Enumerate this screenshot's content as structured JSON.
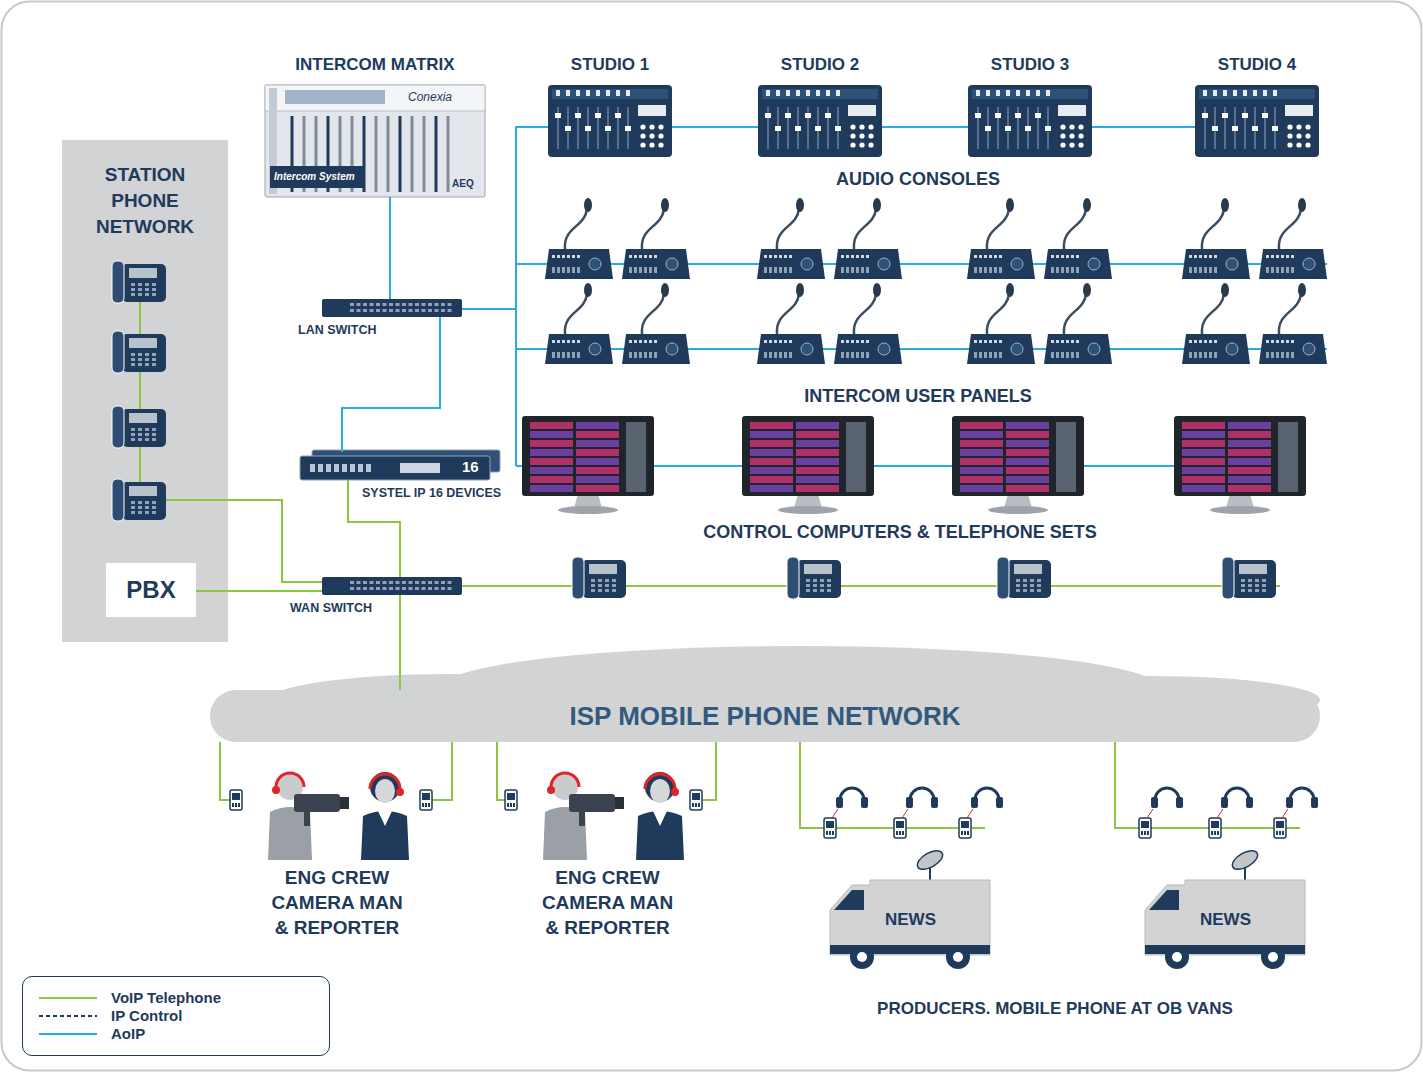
{
  "diagram": {
    "nodes": [
      {
        "text": [
          "STATION PHONE NETWORK"
        ]
      },
      {
        "text": [
          "PBX"
        ],
        "in": 0
      },
      {
        "text": [
          "INTERCOM MATRIX"
        ]
      },
      {
        "text": [
          "STUDIO 1"
        ]
      },
      {
        "text": [
          "STUDIO 2"
        ]
      },
      {
        "text": [
          "STUDIO 3"
        ]
      },
      {
        "text": [
          "STUDIO 4"
        ]
      },
      {
        "text": [
          "LAN SWITCH"
        ]
      },
      {
        "text": [
          "SYSTEL IP 16 DEVICES"
        ]
      },
      {
        "text": [
          "WAN SWITCH"
        ]
      },
      {
        "text": [
          "ISP MOBILE PHONE NETWORK"
        ]
      },
      {
        "text": [
          "ENG CREW CAMERA MAN & REPORTER"
        ]
      },
      {
        "text": [
          "ENG CREW CAMERA MAN & REPORTER"
        ]
      },
      {
        "text": [
          "PRODUCERS. MOBILE PHONE AT OB VANS"
        ]
      }
    ],
    "edges": [
      {
        "from": 2,
        "to": 7,
        "arrow": "none"
      },
      {
        "from": 7,
        "to": 3,
        "arrow": "none"
      },
      {
        "from": 3,
        "to": 4,
        "arrow": "none"
      },
      {
        "from": 4,
        "to": 5,
        "arrow": "none"
      },
      {
        "from": 5,
        "to": 6,
        "arrow": "none"
      },
      {
        "from": 7,
        "to": 8,
        "arrow": "none"
      },
      {
        "from": 8,
        "to": 9,
        "arrow": "none"
      },
      {
        "from": 1,
        "to": 9,
        "arrow": "none"
      },
      {
        "from": 9,
        "to": 10,
        "arrow": "none"
      },
      {
        "from": 10,
        "to": 11,
        "arrow": "none"
      },
      {
        "from": 10,
        "to": 11,
        "arrow": "none"
      },
      {
        "from": 10,
        "to": 12,
        "arrow": "none"
      },
      {
        "from": 10,
        "to": 12,
        "arrow": "none"
      },
      {
        "from": 10,
        "to": 13,
        "arrow": "none"
      },
      {
        "from": 10,
        "to": 13,
        "arrow": "none"
      }
    ],
    "labels": [
      "AUDIO CONSOLES",
      "INTERCOM USER PANELS",
      "CONTROL COMPUTERS & TELEPHONE SETS",
      "Conexia",
      "Intercom System",
      "16",
      "NEWS",
      "NEWS",
      "AEQ"
    ],
    "legend": [
      {
        "text": "VoIP Telephone"
      },
      {
        "text": "IP Control"
      },
      {
        "text": "AoIP"
      }
    ]
  }
}
